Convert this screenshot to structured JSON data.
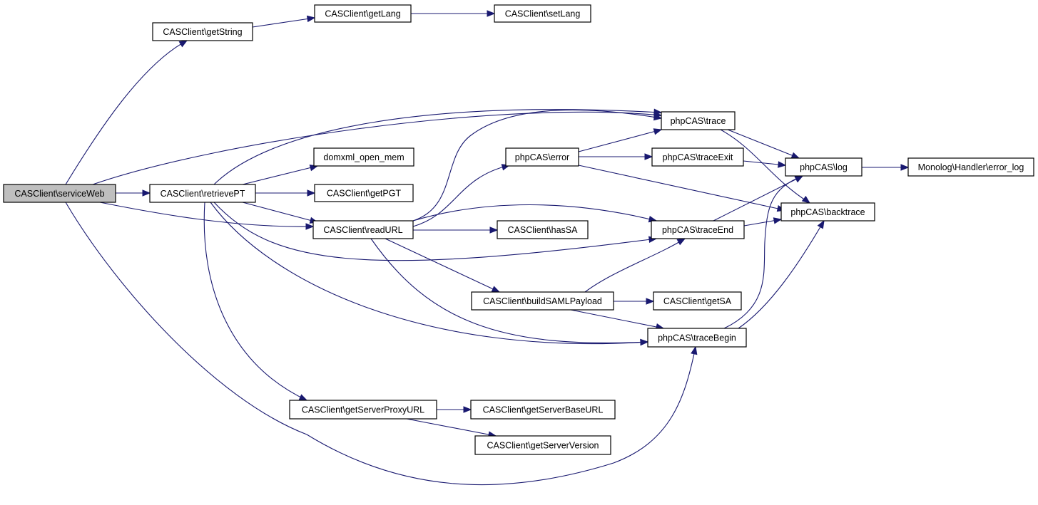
{
  "diagram": {
    "colors": {
      "edge": "#191970",
      "root_fill": "#bfbfbf",
      "node_fill": "#ffffff",
      "border": "#000000"
    },
    "nodes": [
      {
        "id": "serviceWeb",
        "label": "CASClient\\serviceWeb",
        "root": true
      },
      {
        "id": "getString",
        "label": "CASClient\\getString"
      },
      {
        "id": "getLang",
        "label": "CASClient\\getLang"
      },
      {
        "id": "setLang",
        "label": "CASClient\\setLang"
      },
      {
        "id": "trace",
        "label": "phpCAS\\trace"
      },
      {
        "id": "domxml",
        "label": "domxml_open_mem"
      },
      {
        "id": "retrievePT",
        "label": "CASClient\\retrievePT"
      },
      {
        "id": "getPGT",
        "label": "CASClient\\getPGT"
      },
      {
        "id": "error",
        "label": "phpCAS\\error"
      },
      {
        "id": "traceExit",
        "label": "phpCAS\\traceExit"
      },
      {
        "id": "log",
        "label": "phpCAS\\log"
      },
      {
        "id": "errorlog",
        "label": "Monolog\\Handler\\error_log"
      },
      {
        "id": "backtrace",
        "label": "phpCAS\\backtrace"
      },
      {
        "id": "readURL",
        "label": "CASClient\\readURL"
      },
      {
        "id": "hasSA",
        "label": "CASClient\\hasSA"
      },
      {
        "id": "traceEnd",
        "label": "phpCAS\\traceEnd"
      },
      {
        "id": "buildSAML",
        "label": "CASClient\\buildSAMLPayload"
      },
      {
        "id": "getSA",
        "label": "CASClient\\getSA"
      },
      {
        "id": "traceBegin",
        "label": "phpCAS\\traceBegin"
      },
      {
        "id": "getServerProxyURL",
        "label": "CASClient\\getServerProxyURL"
      },
      {
        "id": "getServerBaseURL",
        "label": "CASClient\\getServerBaseURL"
      },
      {
        "id": "getServerVersion",
        "label": "CASClient\\getServerVersion"
      }
    ],
    "edges": [
      {
        "from": "serviceWeb",
        "to": "getString"
      },
      {
        "from": "serviceWeb",
        "to": "trace"
      },
      {
        "from": "serviceWeb",
        "to": "retrievePT"
      },
      {
        "from": "serviceWeb",
        "to": "readURL"
      },
      {
        "from": "serviceWeb",
        "to": "traceBegin"
      },
      {
        "from": "getString",
        "to": "getLang"
      },
      {
        "from": "getLang",
        "to": "setLang"
      },
      {
        "from": "retrievePT",
        "to": "trace"
      },
      {
        "from": "retrievePT",
        "to": "domxml"
      },
      {
        "from": "retrievePT",
        "to": "getPGT"
      },
      {
        "from": "retrievePT",
        "to": "readURL"
      },
      {
        "from": "retrievePT",
        "to": "traceEnd"
      },
      {
        "from": "retrievePT",
        "to": "traceBegin"
      },
      {
        "from": "retrievePT",
        "to": "getServerProxyURL"
      },
      {
        "from": "readURL",
        "to": "trace"
      },
      {
        "from": "readURL",
        "to": "error"
      },
      {
        "from": "readURL",
        "to": "traceEnd"
      },
      {
        "from": "readURL",
        "to": "hasSA"
      },
      {
        "from": "readURL",
        "to": "buildSAML"
      },
      {
        "from": "readURL",
        "to": "traceBegin"
      },
      {
        "from": "error",
        "to": "trace"
      },
      {
        "from": "error",
        "to": "traceExit"
      },
      {
        "from": "error",
        "to": "backtrace"
      },
      {
        "from": "trace",
        "to": "log"
      },
      {
        "from": "trace",
        "to": "backtrace"
      },
      {
        "from": "traceExit",
        "to": "log"
      },
      {
        "from": "log",
        "to": "errorlog"
      },
      {
        "from": "traceEnd",
        "to": "log"
      },
      {
        "from": "traceEnd",
        "to": "backtrace"
      },
      {
        "from": "buildSAML",
        "to": "traceEnd"
      },
      {
        "from": "buildSAML",
        "to": "getSA"
      },
      {
        "from": "buildSAML",
        "to": "traceBegin"
      },
      {
        "from": "traceBegin",
        "to": "log"
      },
      {
        "from": "traceBegin",
        "to": "backtrace"
      },
      {
        "from": "getServerProxyURL",
        "to": "getServerBaseURL"
      },
      {
        "from": "getServerProxyURL",
        "to": "getServerVersion"
      }
    ]
  }
}
